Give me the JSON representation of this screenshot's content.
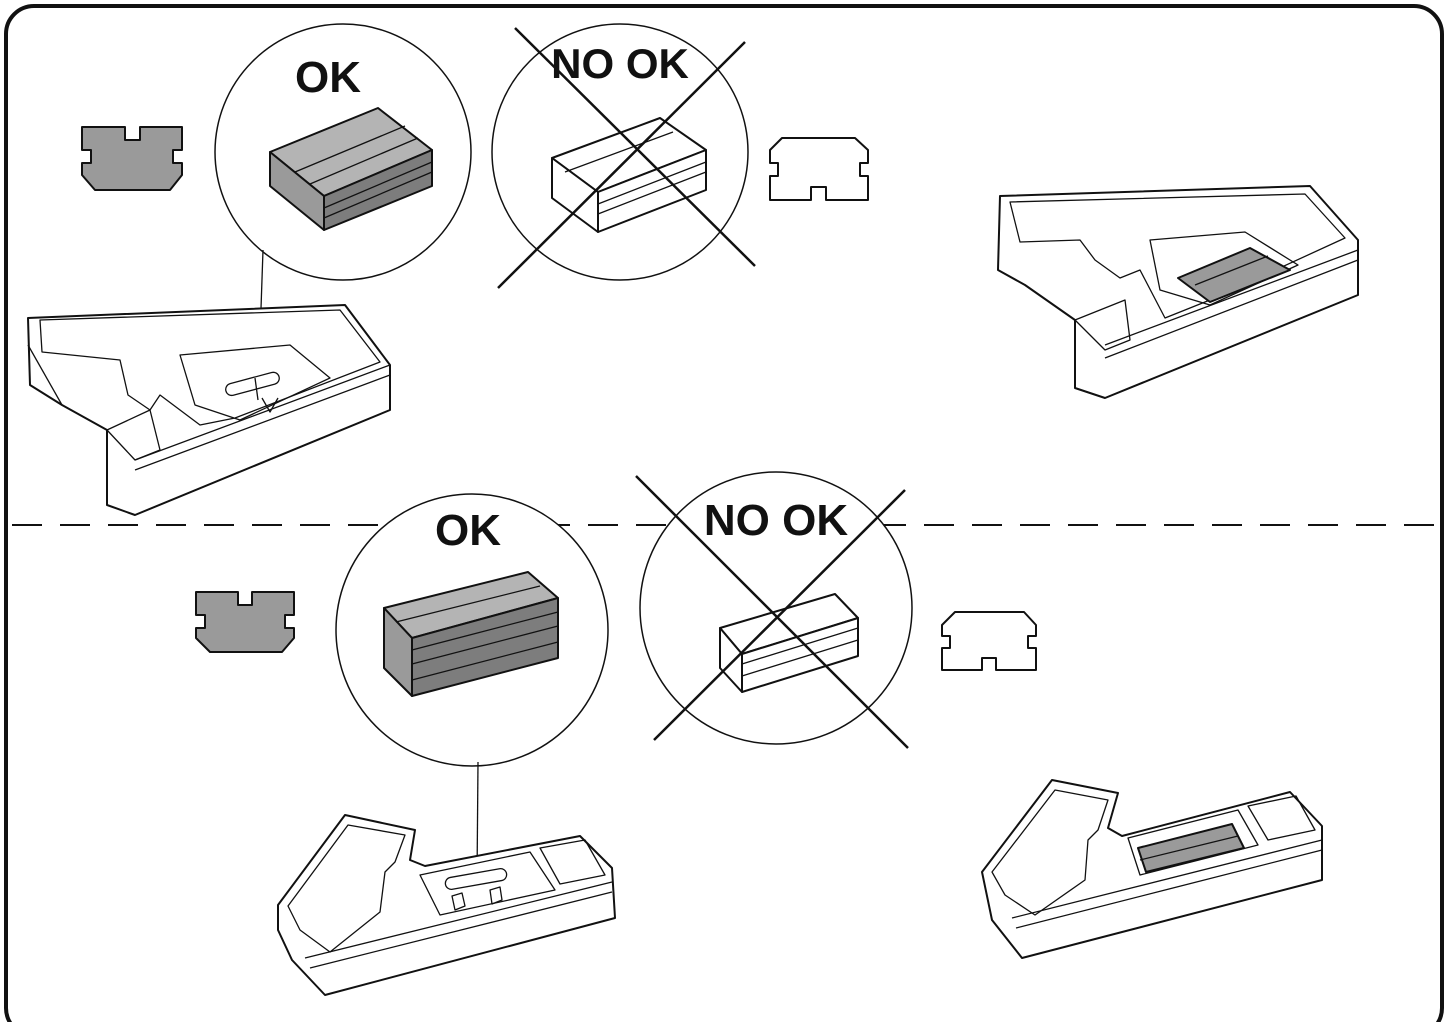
{
  "labels": {
    "ok_top": "OK",
    "nook_top": "NO OK",
    "ok_bottom": "OK",
    "nook_bottom": "NO OK"
  },
  "colors": {
    "line": "#111111",
    "part_fill": "#9a9a9a",
    "part_top": "#b4b4b4",
    "part_dark": "#6e6e6e",
    "background": "#ffffff"
  },
  "icons": {
    "cross": "x-mark-icon",
    "divider": "dashed-separator"
  }
}
